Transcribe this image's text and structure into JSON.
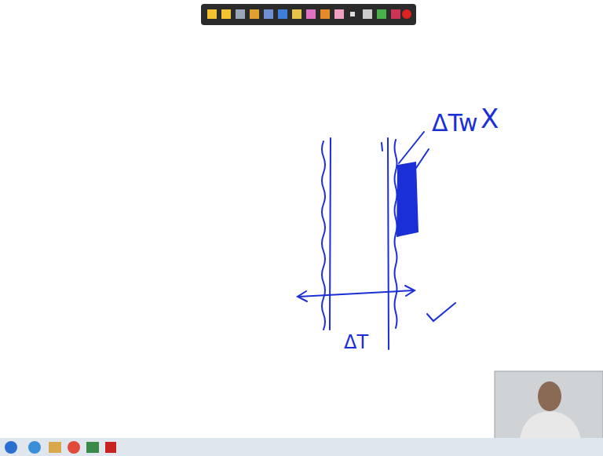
{
  "diagram": {
    "labels": [
      "ΔTw",
      "X",
      "ΔT"
    ]
  }
}
